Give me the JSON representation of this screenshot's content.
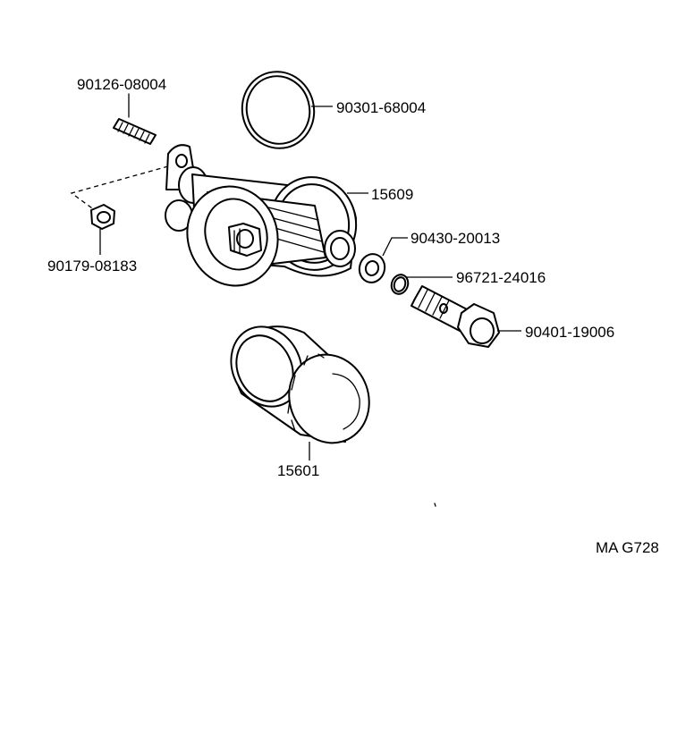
{
  "labels": {
    "stud": "90126-08004",
    "oring_large": "90301-68004",
    "bracket": "15609",
    "nut": "90179-08183",
    "gasket": "90430-20013",
    "oring_small": "96721-24016",
    "union_bolt": "90401-19006",
    "oil_filter": "15601"
  },
  "diagram_code": "MA G728"
}
